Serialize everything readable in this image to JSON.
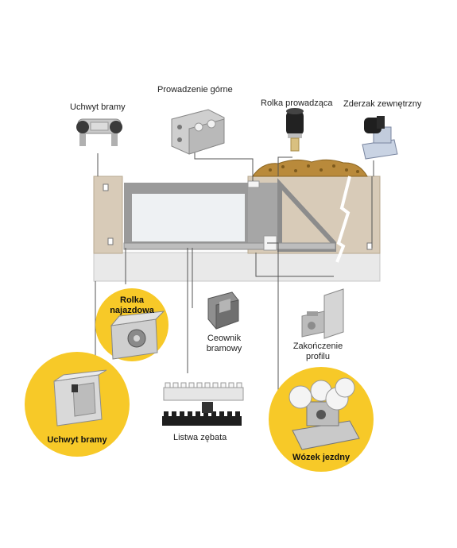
{
  "labels": {
    "uchwyt_bramy_top": "Uchwyt bramy",
    "prowadzenie_gorne": "Prowadzenie górne",
    "rolka_prowadzaca": "Rolka prowadząca",
    "zderzak_zewnetrzny": "Zderzak zewnętrzny",
    "rolka_najazdowa": "Rolka najazdowa",
    "ceownik_bramowy": "Ceownik bramowy",
    "zakonczenie_profilu": "Zakończenie profilu",
    "uchwyt_bramy_circle": "Uchwyt bramy",
    "listwa_zebata": "Listwa zębata",
    "wozek_jezdny": "Wózek jezdny"
  },
  "colors": {
    "highlight_circle": "#f7c928",
    "wall": "#d8cbb8",
    "ground": "#e9e9e9",
    "gate_frame": "#9a9a9a",
    "gate_glass": "#eef1f3",
    "leader_line": "#555555",
    "gravel": "#b98a3b"
  }
}
